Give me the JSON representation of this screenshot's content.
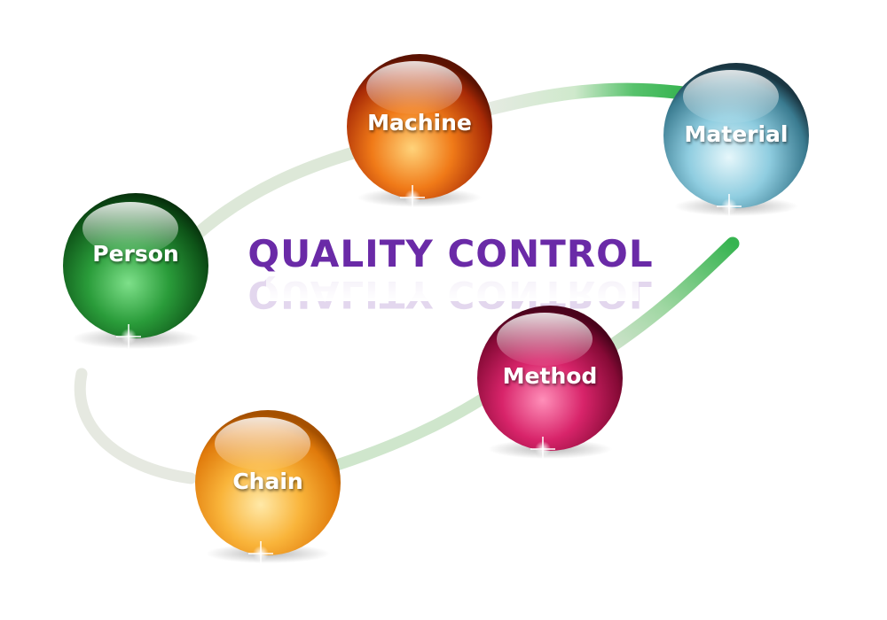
{
  "title": {
    "text": "QUALITY CONTROL",
    "color": "#6a2aa7"
  },
  "path_colors": {
    "faded": "#e8ece2",
    "light_green": "#b9e3b4",
    "green": "#3dbb57"
  },
  "nodes": [
    {
      "id": "person",
      "label": "Person",
      "color": "#1e8a2c",
      "shade": "#0a3d10"
    },
    {
      "id": "machine",
      "label": "Machine",
      "color": "#e35a10",
      "shade": "#7a1a05"
    },
    {
      "id": "material",
      "label": "Material",
      "color": "#7ec3d8",
      "shade": "#1f3f4d"
    },
    {
      "id": "method",
      "label": "Method",
      "color": "#cf1f5a",
      "shade": "#5c0622"
    },
    {
      "id": "chain",
      "label": "Chain",
      "color": "#f6a825",
      "shade": "#a85a00"
    }
  ]
}
